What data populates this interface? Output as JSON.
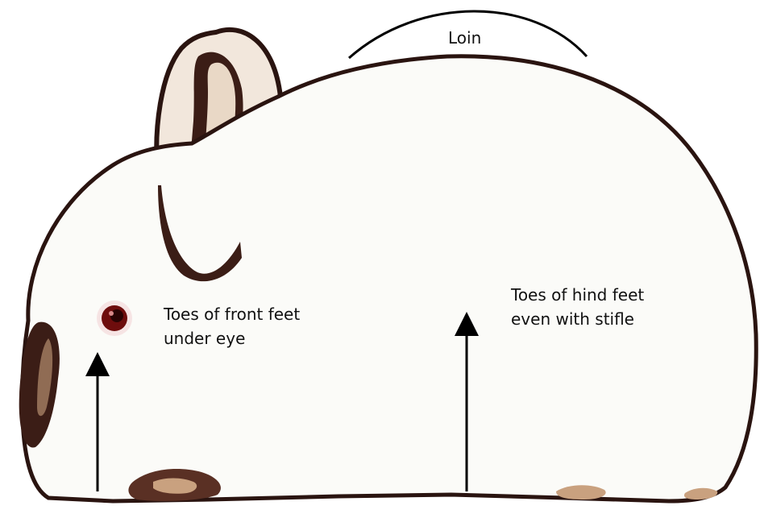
{
  "labels": {
    "loin": "Loin",
    "front_feet": {
      "line1": "Toes of front feet",
      "line2": "under eye"
    },
    "hind_feet": {
      "line1": "Toes of hind feet",
      "line2": "even with stifle"
    }
  },
  "colors": {
    "body": "#fbfbf8",
    "outline": "#2a1410",
    "dark_marking": "#3b1d16",
    "tan_marking": "#c9a17f",
    "eye": "#6e0d0d",
    "arrow": "#000000"
  }
}
